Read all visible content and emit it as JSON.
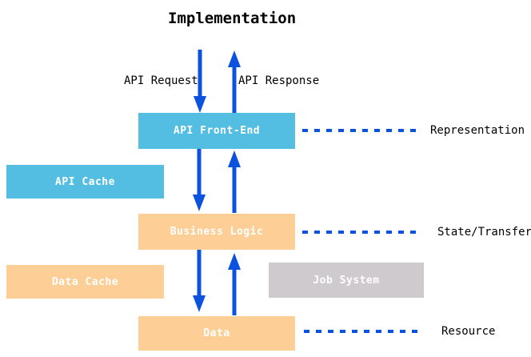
{
  "title": "Implementation",
  "colors": {
    "box-blue": "#53bee1",
    "box-orange": "#fdcf97",
    "box-gray": "#cecacd",
    "arrow-blue": "#0b52de",
    "text-dark": "#000000",
    "box-text": "#ffffff"
  },
  "flow_labels": {
    "request": "API Request",
    "response": "API Response"
  },
  "boxes": {
    "api_front_end": "API Front-End",
    "api_cache": "API Cache",
    "business_logic": "Business Logic",
    "data_cache": "Data Cache",
    "job_system": "Job System",
    "data": "Data"
  },
  "layer_labels": {
    "representation": "Representation",
    "state_transfer": "State/Transfer",
    "resource": "Resource"
  }
}
